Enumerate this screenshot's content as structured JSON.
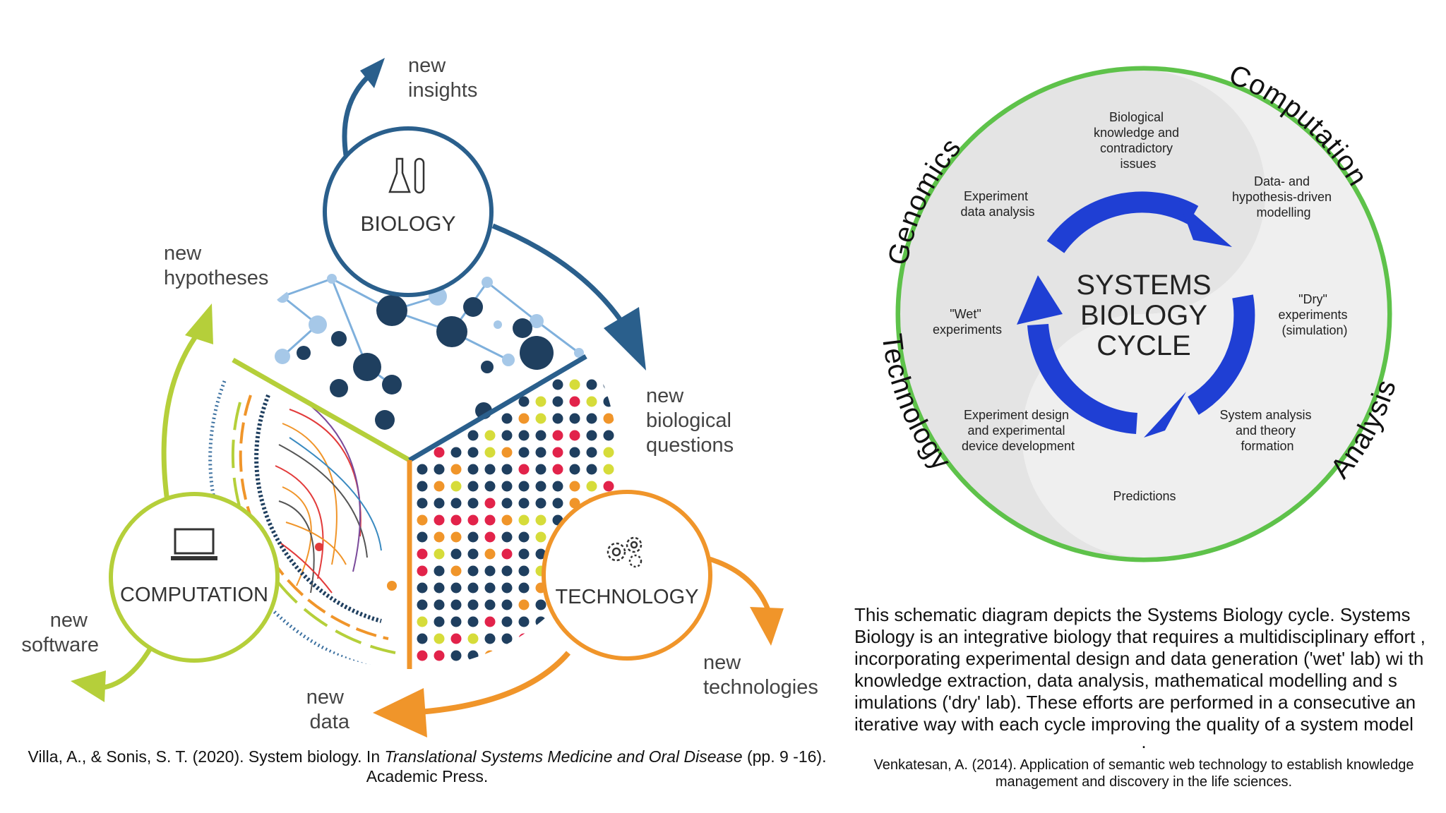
{
  "left": {
    "nodes": {
      "biology": "BIOLOGY",
      "computation": "COMPUTATION",
      "technology": "TECHNOLOGY"
    },
    "arrows": {
      "insights": [
        "new",
        "insights"
      ],
      "hypotheses": [
        "new",
        "hypotheses"
      ],
      "questions": [
        "new",
        "biological",
        "questions"
      ],
      "software": [
        "new",
        "software"
      ],
      "data": [
        "new",
        "data"
      ],
      "technologies": [
        "new",
        "technologies"
      ]
    },
    "colors": {
      "biology": "#2a5f8c",
      "computation": "#b5cf3a",
      "technology": "#f0952a"
    },
    "caption": {
      "pre": "Villa, A., & Sonis, S. T. (2020). System biology. In ",
      "italic": "Translational Systems Medicine and Oral Disease",
      "post": " (pp. 9 -16). Academic Press."
    }
  },
  "right": {
    "center": [
      "SYSTEMS",
      "BIOLOGY",
      "CYCLE"
    ],
    "ring_labels": {
      "genomics": "Genomics",
      "computation": "Computation",
      "technology": "Technology",
      "analysis": "Analysis"
    },
    "steps": {
      "knowledge": [
        "Biological",
        "knowledge and",
        "contradictory",
        "issues"
      ],
      "modelling": [
        "Data- and",
        "hypothesis-driven",
        "modelling"
      ],
      "dry": [
        "\"Dry\"",
        "experiments",
        "(simulation)"
      ],
      "system": [
        "System analysis",
        "and theory",
        "formation"
      ],
      "predictions": [
        "Predictions"
      ],
      "design": [
        "Experiment design",
        "and experimental",
        "device development"
      ],
      "wet": [
        "\"Wet\"",
        "experiments"
      ],
      "analysis": [
        "Experiment",
        "data analysis"
      ]
    },
    "colors": {
      "ring": "#5ec24a",
      "arrows": "#1f3fd4"
    },
    "description": "This schematic diagram depicts the Systems Biology cycle. Systems Biology is an integrative biology that requires a multidisciplinary effort , incorporating experimental design and data generation ('wet' lab) wi th knowledge extraction, data analysis, mathematical modelling and s imulations ('dry' lab). These efforts are performed in a consecutive an iterative way with each cycle improving the quality of a system model",
    "description_end": ".",
    "caption": "Venkatesan, A. (2014). Application of semantic web technology to establish knowledge management and discovery in the life sciences."
  }
}
